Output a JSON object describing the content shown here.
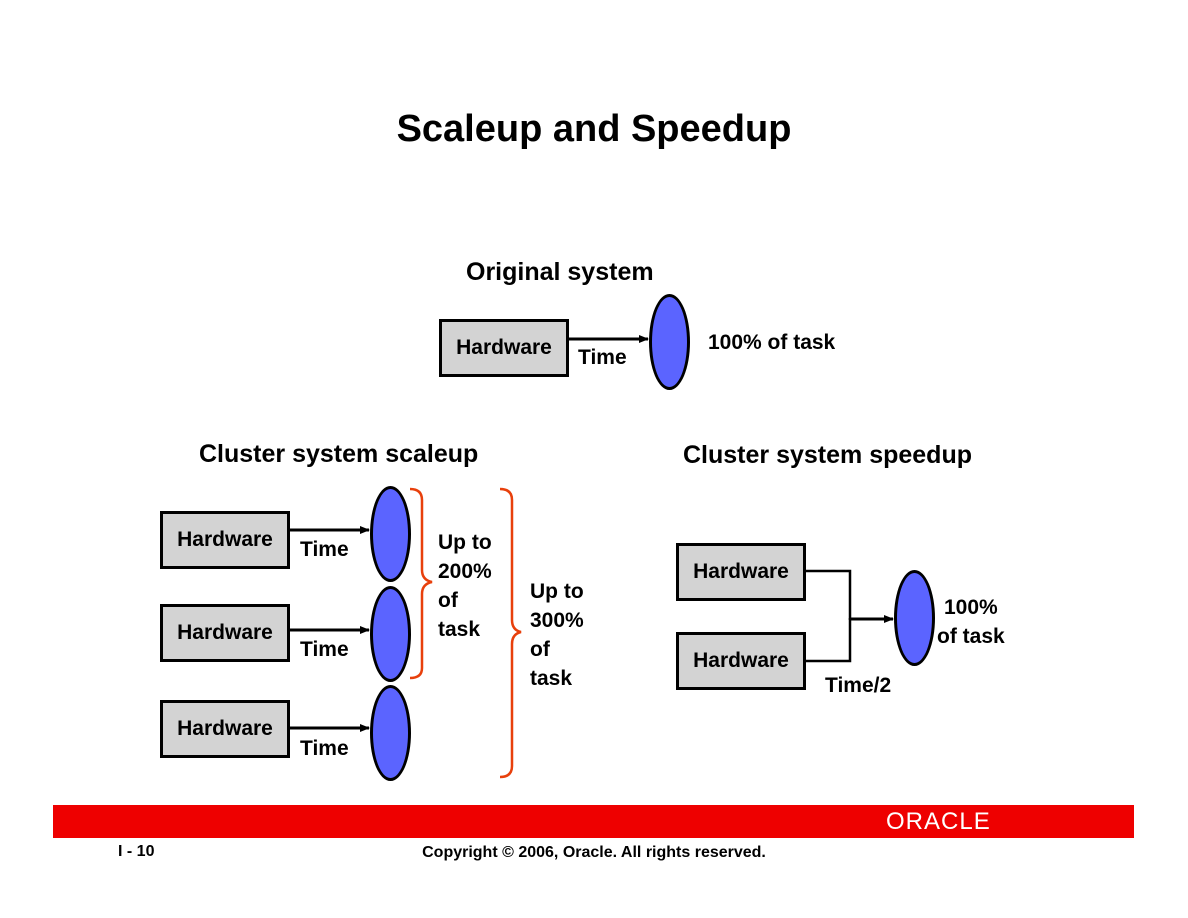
{
  "title": "Scaleup and Speedup",
  "original": {
    "heading": "Original system",
    "hardware_label": "Hardware",
    "time_label": "Time",
    "task_label": "100% of task"
  },
  "scaleup": {
    "heading": "Cluster system scaleup",
    "rows": [
      {
        "hardware_label": "Hardware",
        "time_label": "Time"
      },
      {
        "hardware_label": "Hardware",
        "time_label": "Time"
      },
      {
        "hardware_label": "Hardware",
        "time_label": "Time"
      }
    ],
    "bracket_200": [
      "Up to",
      "200%",
      "of",
      "task"
    ],
    "bracket_300": [
      "Up to",
      "300%",
      "of",
      "task"
    ]
  },
  "speedup": {
    "heading": "Cluster system speedup",
    "hardware_labels": [
      "Hardware",
      "Hardware"
    ],
    "time_label": "Time/2",
    "task_label": [
      "100%",
      "of task"
    ]
  },
  "footer": {
    "page_number": "I - 10",
    "copyright": "Copyright © 2006, Oracle. All rights reserved.",
    "logo_text": "ORACLE",
    "bar_color": "#ee0000"
  },
  "colors": {
    "ellipse_fill": "#5b64ff",
    "hardware_fill": "#d3d3d3",
    "bracket_color": "#e8400c"
  }
}
